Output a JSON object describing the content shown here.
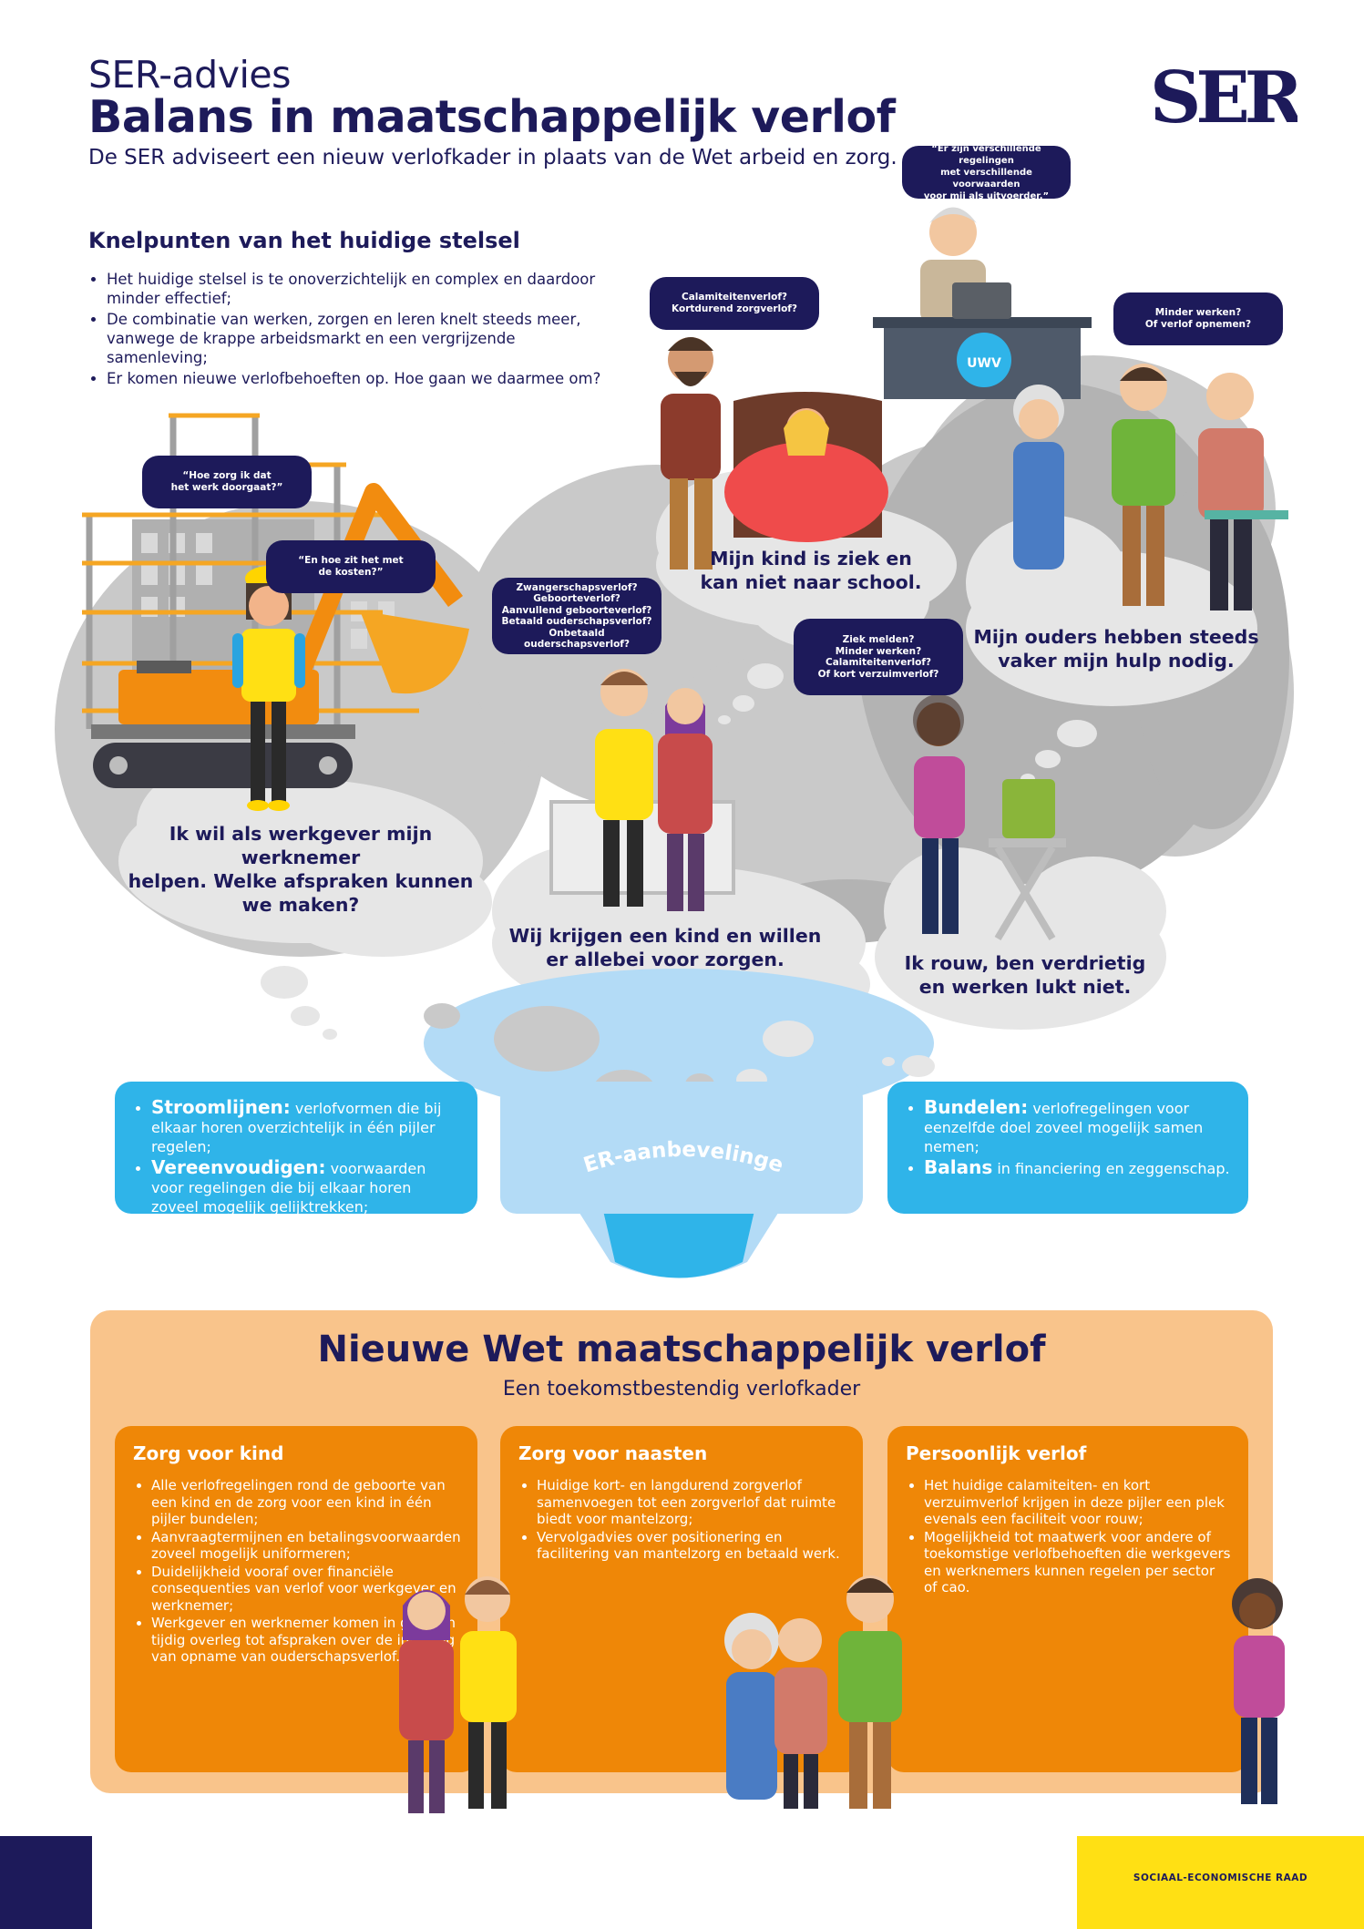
{
  "header": {
    "kicker": "SER-advies",
    "title": "Balans in maatschappelijk verlof",
    "subtitle": "De SER adviseert een nieuw verlofkader in plaats van de Wet arbeid en zorg.",
    "logo_text": "SER"
  },
  "knelpunten": {
    "title": "Knelpunten van het huidige stelsel",
    "items": [
      "Het huidige stelsel is te onoverzichtelijk en complex en daardoor minder effectief;",
      "De combinatie van werken, zorgen en leren knelt steeds meer, vanwege de krappe arbeidsmarkt en een vergrijzende samenleving;",
      "Er komen nieuwe verlofbehoeften op. Hoe gaan we daarmee om?"
    ]
  },
  "speech": {
    "uwv": "“Er zijn verschillende regelingen\nmet verschillende voorwaarden\nvoor mij als uitvoerder.”",
    "kind_ziek": "Calamiteitenverlof?\nKortdurend zorgverlof?",
    "ouders": "Minder werken?\nOf verlof opnemen?",
    "werkgever1": "“Hoe zorg ik dat\nhet werk doorgaat?”",
    "werkgever2": "“En hoe zit het met\nde kosten?”",
    "zwanger": "Zwangerschapsverlof?\nGeboorteverlof?\nAanvullend geboorteverlof?\nBetaald ouderschapsverlof?\nOnbetaald ouderschapsverlof?",
    "rouw": "Ziek melden?\nMinder werken?\nCalamiteitenverlof?\nOf kort verzuimverlof?"
  },
  "uwv_label": "UWV",
  "captions": {
    "kind_ziek": "Mijn kind is ziek en\nkan niet naar school.",
    "ouders": "Mijn ouders hebben steeds\nvaker mijn hulp nodig.",
    "werkgever": "Ik wil als werkgever mijn werknemer\nhelpen. Welke afspraken kunnen\nwe maken?",
    "kind_krijgen": "Wij krijgen een kind en willen\ner allebei voor zorgen.",
    "rouw": "Ik rouw, ben verdrietig\nen werken lukt niet."
  },
  "funnel": {
    "label": "SER-aanbevelingen",
    "left": [
      {
        "bold": "Stroomlijnen:",
        "text": " verlofvormen die bij elkaar horen overzichtelijk in één pijler regelen;"
      },
      {
        "bold": "Vereenvoudigen:",
        "text": " voorwaarden voor regelingen die bij elkaar horen zoveel mogelijk gelijktrekken;"
      }
    ],
    "right": [
      {
        "bold": "Bundelen:",
        "text": " verlofregelingen voor eenzelfde doel zoveel mogelijk samen nemen;"
      },
      {
        "bold": "Balans",
        "text": " in financiering en zeggenschap."
      }
    ]
  },
  "law": {
    "title": "Nieuwe Wet maatschappelijk verlof",
    "subtitle": "Een toekomstbestendig verlofkader",
    "pillars": [
      {
        "title": "Zorg voor kind",
        "items": [
          "Alle verlofregelingen rond de geboorte van een kind en de zorg voor een kind in één pijler bundelen;",
          "Aanvraagtermijnen en betalingsvoorwaarden zoveel mogelijk uniformeren;",
          "Duidelijkheid vooraf over financiële consequenties van verlof voor werkgever en werknemer;",
          "Werkgever en werknemer komen in goed en tijdig overleg tot afspraken over de invulling van opname van ouderschapsverlof."
        ]
      },
      {
        "title": "Zorg voor naasten",
        "items": [
          "Huidige kort- en langdurend zorgverlof samenvoegen tot een zorgverlof dat ruimte biedt voor mantelzorg;",
          "Vervolgadvies over positionering en facilitering van mantelzorg en betaald werk."
        ]
      },
      {
        "title": "Persoonlijk verlof",
        "items": [
          "Het huidige calamiteiten- en kort verzuimverlof krijgen in deze pijler een plek evenals een faciliteit voor rouw;",
          "Mogelijkheid tot maatwerk voor andere of toekomstige verlofbehoeften die werkgevers en werknemers kunnen regelen per sector of cao."
        ]
      }
    ]
  },
  "footer": {
    "organisation": "SOCIAAL-ECONOMISCHE RAAD"
  },
  "colors": {
    "navy": "#1d1a5a",
    "blue": "#2fb4e9",
    "light_blue": "#b3dbf6",
    "orange": "#ef8707",
    "peach": "#f9c48b",
    "yellow": "#ffe014",
    "cloud_dark": "#c9c9c9",
    "cloud_light": "#e5e5e5"
  }
}
